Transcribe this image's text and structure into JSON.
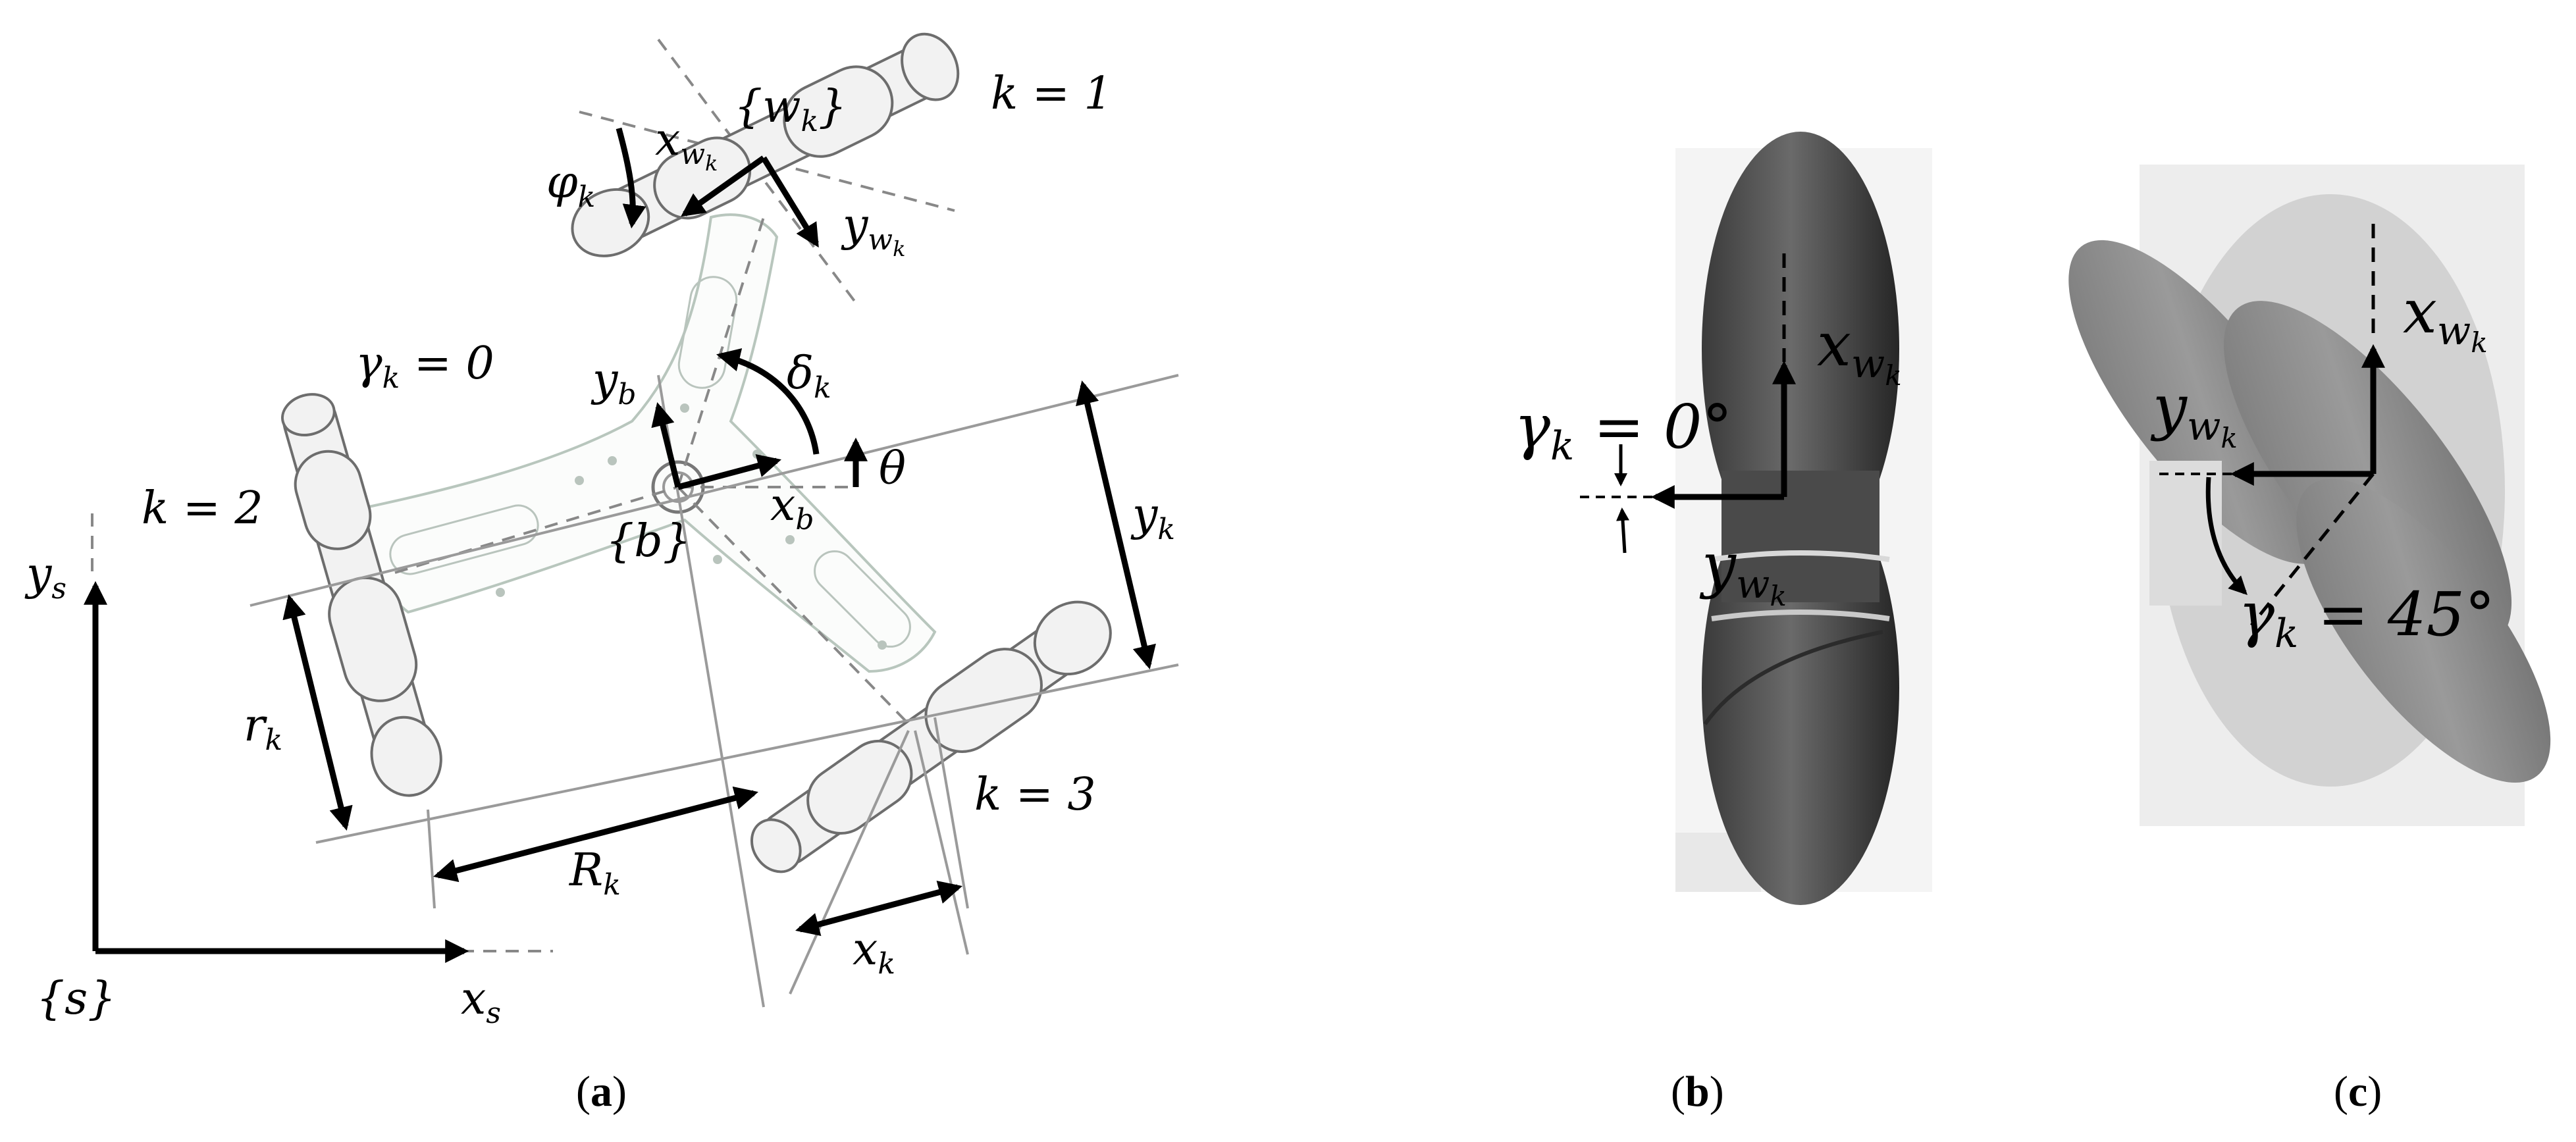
{
  "panel_a": {
    "frame_s": {
      "label": "{s}",
      "x_axis": "x",
      "x_sub": "s",
      "y_axis": "y",
      "y_sub": "s"
    },
    "frame_b": {
      "label": "{b}",
      "x_axis": "x",
      "x_sub": "b",
      "y_axis": "y",
      "y_sub": "b"
    },
    "frame_w": {
      "label": "{w",
      "label_sub": "k",
      "label_end": "}"
    },
    "wheel_labels": [
      "k = 1",
      "k = 2",
      "k = 3"
    ],
    "gamma_label": {
      "prefix": "γ",
      "sub": "k",
      "suffix": " = 0"
    },
    "x_w": {
      "base": "x",
      "sub": "w",
      "subsub": "k"
    },
    "y_w": {
      "base": "y",
      "sub": "w",
      "subsub": "k"
    },
    "phi": {
      "base": "φ",
      "sub": "k"
    },
    "delta": {
      "base": "δ",
      "sub": "k"
    },
    "theta": "θ",
    "y_k": {
      "base": "y",
      "sub": "k"
    },
    "r_k": {
      "base": "r",
      "sub": "k"
    },
    "R_k": {
      "base": "R",
      "sub": "k"
    },
    "x_k": {
      "base": "x",
      "sub": "k"
    },
    "caption": "a"
  },
  "panel_b": {
    "x_w": {
      "base": "x",
      "sub": "w",
      "subsub": "k"
    },
    "y_w": {
      "base": "y",
      "sub": "w",
      "subsub": "k"
    },
    "gamma": {
      "base": "γ",
      "sub": "k",
      "value": " = 0°"
    },
    "caption": "b"
  },
  "panel_c": {
    "x_w": {
      "base": "x",
      "sub": "w",
      "subsub": "k"
    },
    "y_w": {
      "base": "y",
      "sub": "w",
      "subsub": "k"
    },
    "gamma": {
      "base": "γ",
      "sub": "k",
      "value": " = 45°"
    },
    "caption": "c"
  }
}
